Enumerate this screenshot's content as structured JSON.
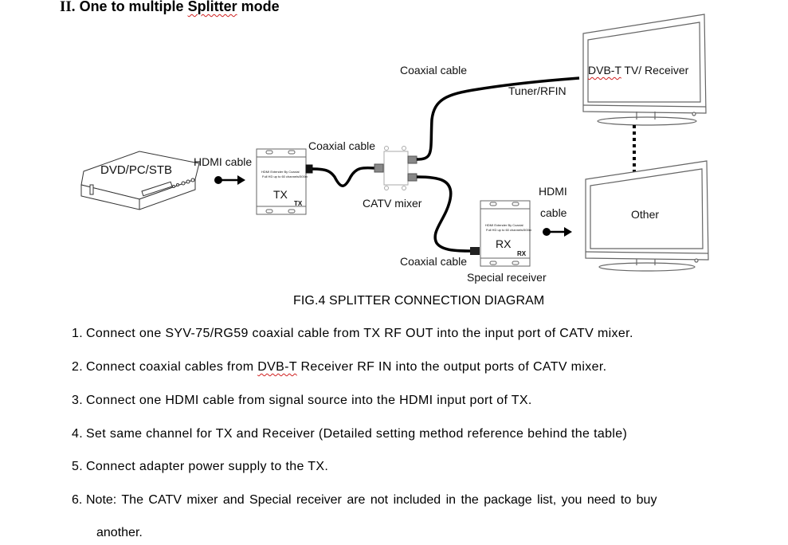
{
  "heading": {
    "roman": "II.",
    "text_before": "One to multiple ",
    "text_flagged": "Splitter",
    "text_after": " mode"
  },
  "diagram": {
    "devices": {
      "source": "DVD/PC/STB",
      "tx_big": "TX",
      "tx_small": "TX",
      "tx_product_line1": "HDMI Extender By Coaxial",
      "tx_product_line2": "Full HD up to 60 channels/500m",
      "mixer": "CATV mixer",
      "rx_big": "RX",
      "rx_small": "RX",
      "rx_product_line1": "HDMI Extender By Coaxial",
      "rx_product_line2": "Full HD up to 60 channels/500m",
      "receiver_caption": "Special receiver",
      "tv1_flagged": "DVB-T",
      "tv1_rest": " TV/ Receiver",
      "tv2": "Other"
    },
    "labels": {
      "hdmi_cable_left": "HDMI cable",
      "coax_tx_mixer": "Coaxial cable",
      "coax_mixer_tv": "Coaxial cable",
      "tuner": "Tuner/RFIN",
      "coax_mixer_rx": "Coaxial cable",
      "hdmi_right_line1": "HDMI",
      "hdmi_right_line2": "cable"
    }
  },
  "caption": "FIG.4 SPLITTER CONNECTION DIAGRAM",
  "steps": [
    {
      "num": "1.",
      "text": "Connect one SYV-75/RG59 coaxial cable from TX RF OUT into the input port of CATV mixer."
    },
    {
      "num": "2.",
      "before": "Connect coaxial cables from ",
      "flagged": "DVB-T",
      "after": " Receiver RF IN into the output ports of CATV mixer."
    },
    {
      "num": "3.",
      "text": "Connect one HDMI cable from signal source into the HDMI input port of TX."
    },
    {
      "num": "4.",
      "text": "Set same channel for TX and Receiver (Detailed setting method reference behind the table)"
    },
    {
      "num": "5.",
      "text": "Connect adapter power supply to the TX."
    },
    {
      "num": "6.",
      "text": "Note: The CATV mixer and Special receiver are not included in the package list, you need to buy",
      "continuation": "another."
    }
  ]
}
